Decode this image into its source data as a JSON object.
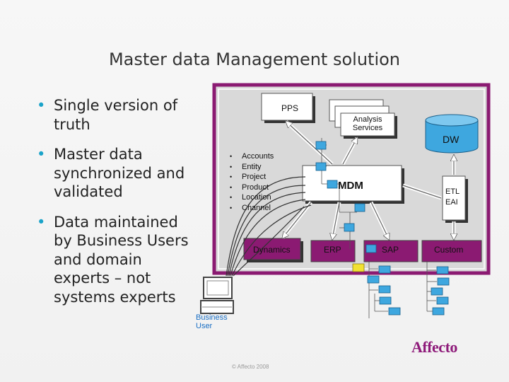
{
  "title": "Master data Management solution",
  "bullets": [
    "Single version of truth",
    "Master data synchronized and validated",
    "Data maintained by Business Users and domain experts – not systems experts"
  ],
  "diagram": {
    "pps": "PPS",
    "analysis": "Analysis Services",
    "dw": "DW",
    "mdm": "MDM",
    "etl": "ETL",
    "eai": "EAI",
    "dynamics": "Dynamics",
    "erp": "ERP",
    "sap": "SAP",
    "custom": "Custom",
    "entities": [
      "Accounts",
      "Entity",
      "Project",
      "Product",
      "Location",
      "Channel"
    ],
    "business_user": [
      "Business",
      "User"
    ]
  },
  "copyright": "© Affecto 2008",
  "logo": "Affecto",
  "colors": {
    "frame": "#8b1a72",
    "bullet": "#1aa3c9",
    "node": "#3ea7df"
  }
}
